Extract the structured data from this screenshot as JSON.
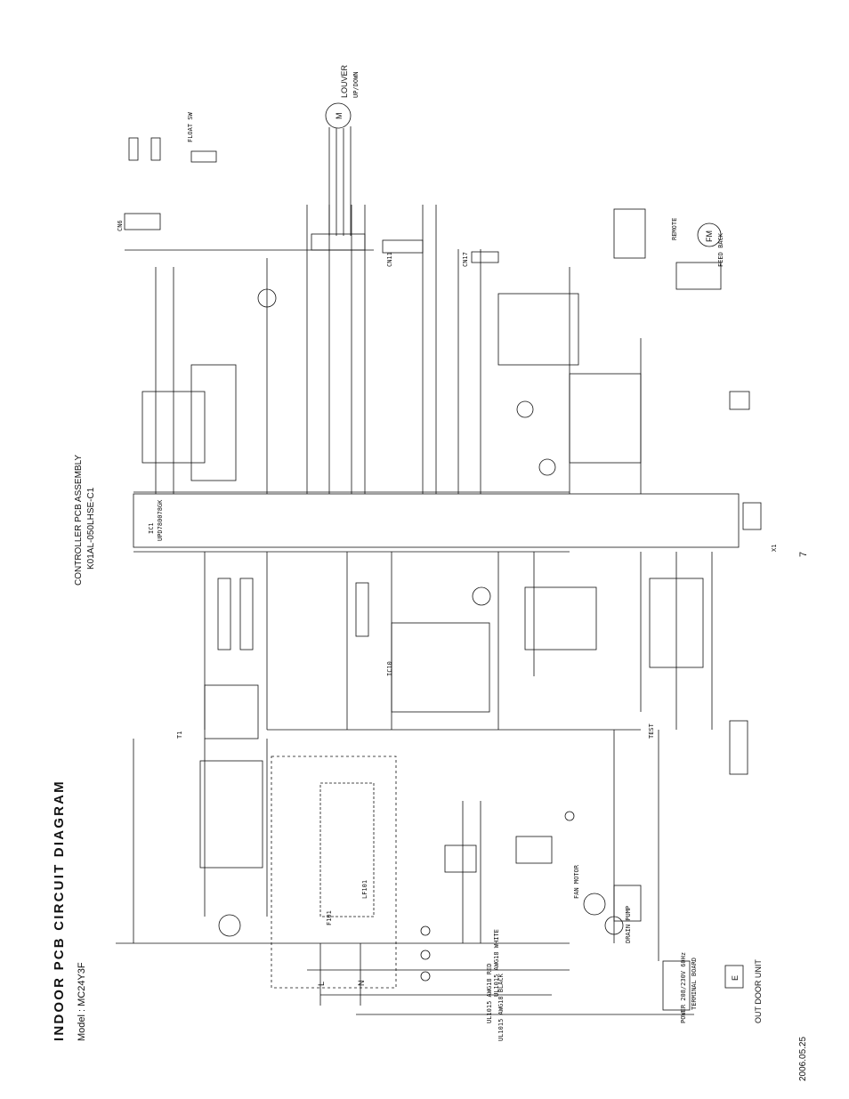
{
  "header": {
    "title": "INDOOR PCB CIRCUIT DIAGRAM",
    "model": "Model : MC24Y3F"
  },
  "assembly": {
    "line1": "CONTROLLER PCB ASSEMBLY",
    "line2": "K01AL-050LHSE-C1"
  },
  "footer": {
    "page": "7",
    "date": "2006.05.25"
  },
  "schematic_labels": {
    "louver": "LOUVER",
    "louver_sub": "UP/DOWN",
    "ic1": "IC1",
    "ic1_part": "UPD780078GK",
    "float_sw": "FLOAT SW",
    "fan_motor": "FAN MOTOR",
    "drain_pump": "DRAIN PUMP",
    "terminal_board": "TERMINAL BOARD",
    "outdoor_unit": "OUT DOOR UNIT",
    "power": "POWER 208/230V 60Hz",
    "wire_red": "UL1015 AWG18 RED",
    "wire_white": "UL1015 AWG18 WHITE",
    "wire_black": "UL1015 AWG18 BLACK",
    "remote": "REMOTE",
    "feed_back": "FEED BACK",
    "fm": "FM",
    "m": "M",
    "e": "E",
    "l": "L",
    "n": "N",
    "t1": "T1",
    "ic10": "IC10",
    "x1": "X1",
    "cn6": "CN6",
    "cn11": "CN11",
    "cn17": "CN17",
    "f101": "F101",
    "lf101": "LF101",
    "test": "TEST"
  }
}
